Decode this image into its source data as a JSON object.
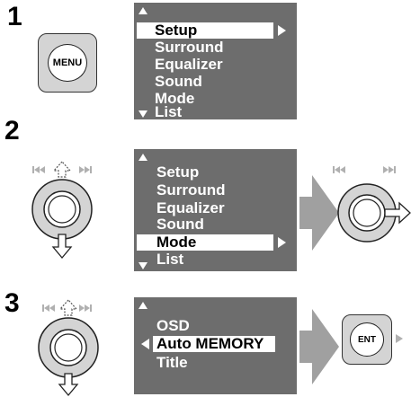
{
  "steps": [
    {
      "number": "1"
    },
    {
      "number": "2"
    },
    {
      "number": "3"
    }
  ],
  "buttons": {
    "menu_label": "MENU",
    "ent_label": "ENT"
  },
  "menu1": {
    "items": [
      "Setup",
      "Surround",
      "Equalizer",
      "Sound",
      "Mode",
      "List"
    ],
    "selected": "Setup"
  },
  "menu2": {
    "items": [
      "Setup",
      "Surround",
      "Equalizer",
      "Sound",
      "Mode",
      "List"
    ],
    "selected": "Mode"
  },
  "menu3": {
    "items": [
      "OSD",
      "Auto MEMORY",
      "Title"
    ],
    "selected": "Auto MEMORY"
  },
  "colors": {
    "panel_bg": "#6d6d6d",
    "highlight": "#ffffff",
    "arrow_gray": "#a0a0a0",
    "button_gray": "#d4d4d4"
  },
  "icons": [
    "prev-track-icon",
    "next-track-icon",
    "up-arrow-icon",
    "down-arrow-icon",
    "right-arrow-icon",
    "big-right-arrow-icon",
    "scroll-up-icon",
    "scroll-down-icon"
  ]
}
